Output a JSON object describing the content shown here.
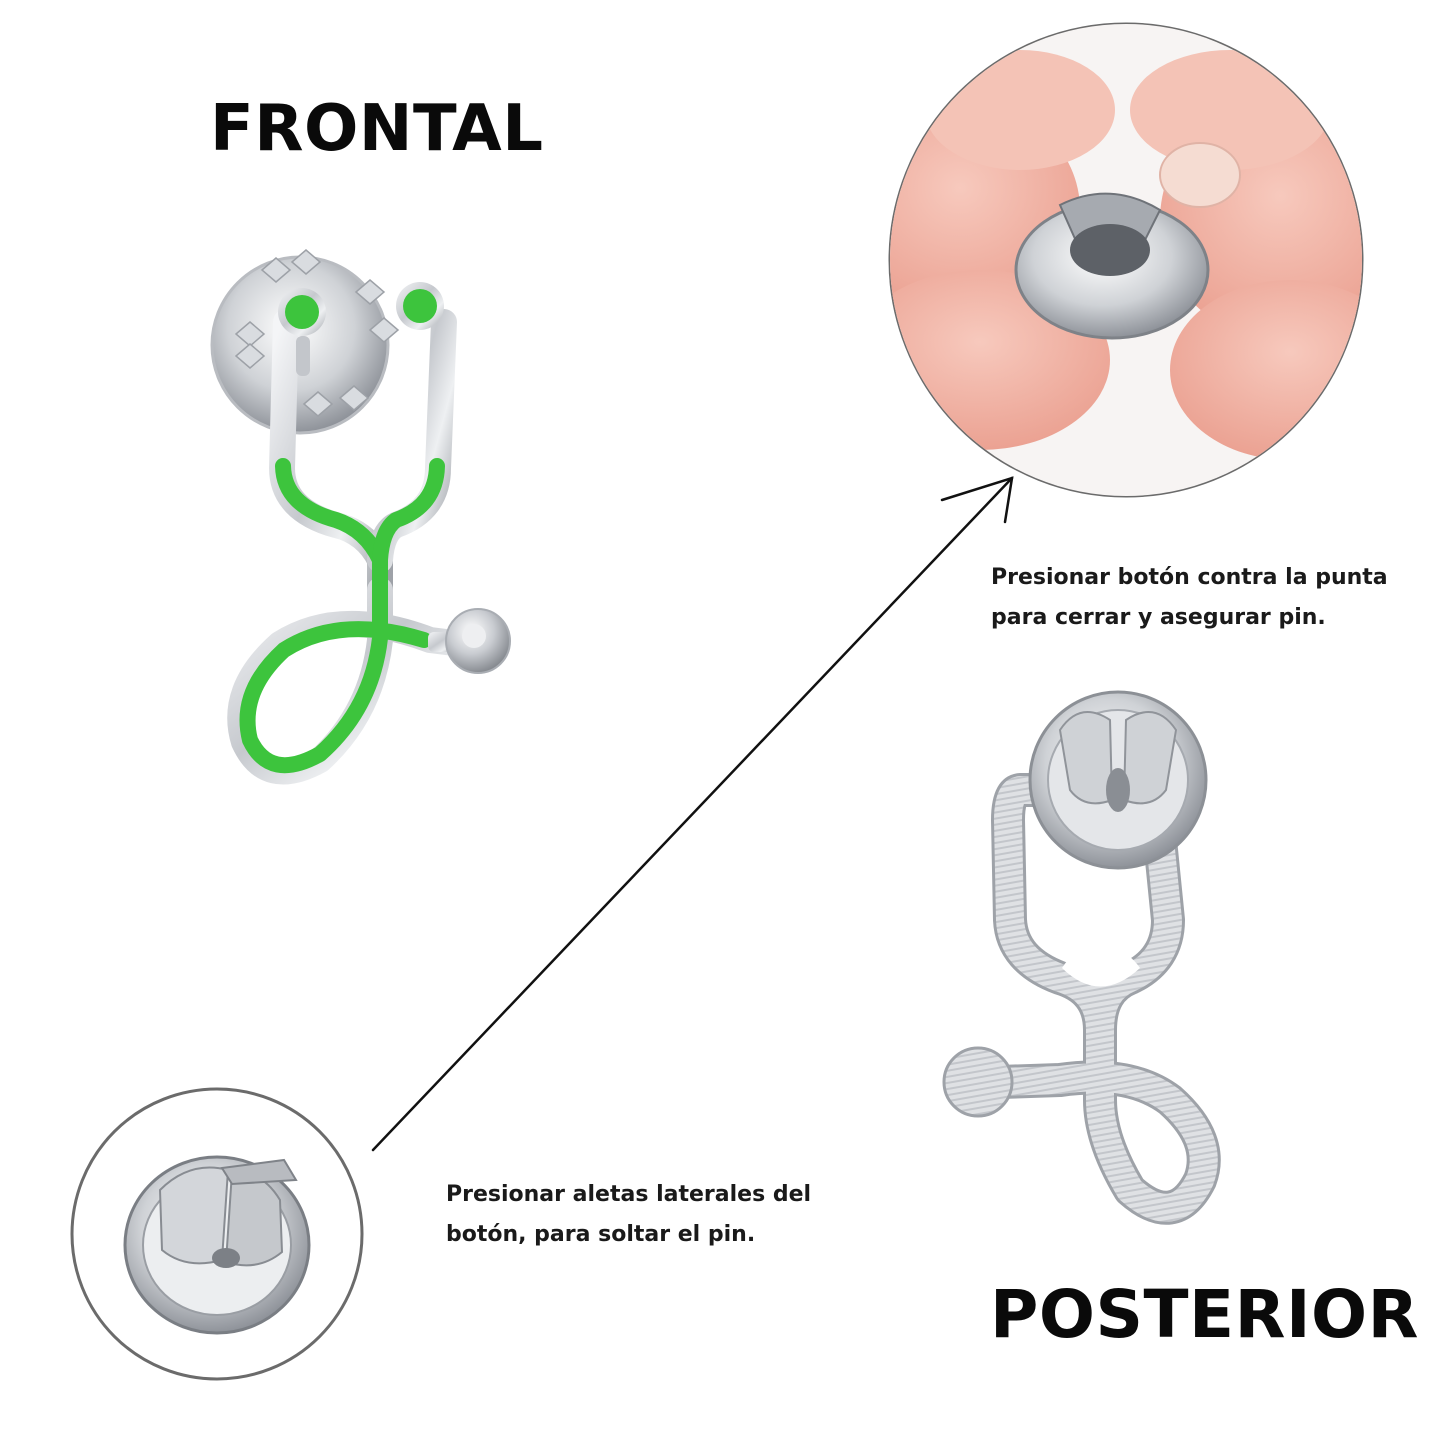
{
  "headings": {
    "front": "FRONTAL",
    "back": "POSTERIOR"
  },
  "captions": {
    "lock": {
      "line1": "Presionar botón contra la punta",
      "line2": "para cerrar y asegurar pin."
    },
    "release": {
      "line1": "Presionar aletas laterales del",
      "line2": "botón, para soltar el pin."
    }
  },
  "colors": {
    "enamel_green": "#3dc43d",
    "metal_silver": "#c9ccd1",
    "skin": "#f1b6a9"
  },
  "icons": {
    "front_pin": "stethoscope-pin-icon",
    "back_pin": "stethoscope-pin-back-icon",
    "clutch_closed": "butterfly-clutch-icon",
    "clutch_fingers": "fingers-pressing-clutch-icon",
    "arrow": "arrow-icon"
  }
}
